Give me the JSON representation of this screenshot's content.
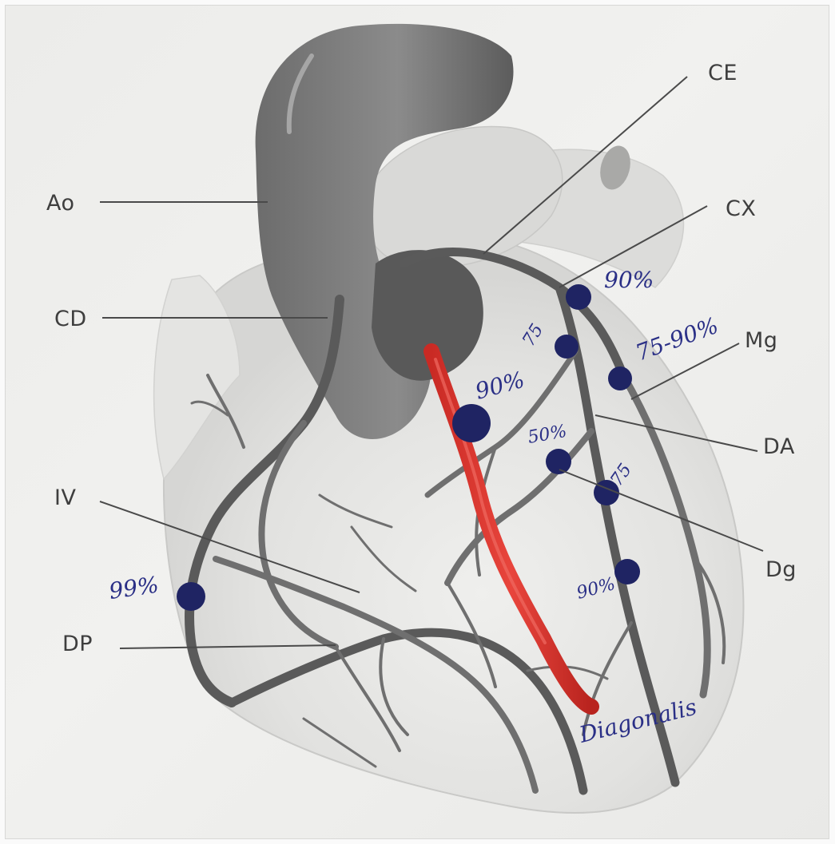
{
  "anatomy_labels": {
    "ao": "Ao",
    "ce": "CE",
    "cx": "CX",
    "cd": "CD",
    "mg": "Mg",
    "da": "DA",
    "iv": "IV",
    "dg": "Dg",
    "dp": "DP"
  },
  "annotations": {
    "cx_proximal": "90%",
    "cx_mid": "75",
    "mg": "75-90%",
    "lad_proximal": "90%",
    "da_mid": "50%",
    "da_diagonal": "75",
    "da_distal": "90%",
    "rca": "99%",
    "graft_label": "Diagonalis"
  },
  "colors": {
    "lesion": "#1f2463",
    "annotation_ink": "#2a2f86",
    "graft": "#d8322c",
    "label_text": "#3e3e3e"
  }
}
